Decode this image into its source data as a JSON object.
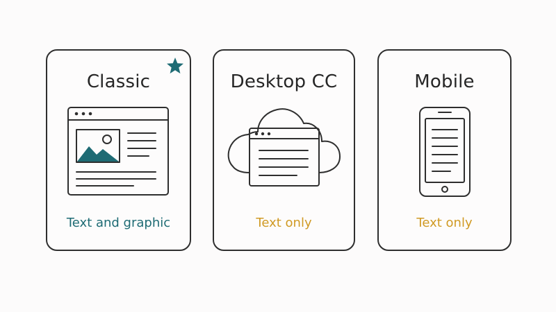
{
  "colors": {
    "teal": "#1e6b74",
    "gold": "#d09a24",
    "ink": "#2e2e2e"
  },
  "cards": [
    {
      "title": "Classic",
      "caption": "Text and graphic",
      "caption_color": "#1e6b74",
      "icon": "browser-window-with-image-icon",
      "badge": "star-icon"
    },
    {
      "title": "Desktop CC",
      "caption": "Text only",
      "caption_color": "#d09a24",
      "icon": "cloud-with-window-icon"
    },
    {
      "title": "Mobile",
      "caption": "Text only",
      "caption_color": "#d09a24",
      "icon": "smartphone-icon"
    }
  ]
}
